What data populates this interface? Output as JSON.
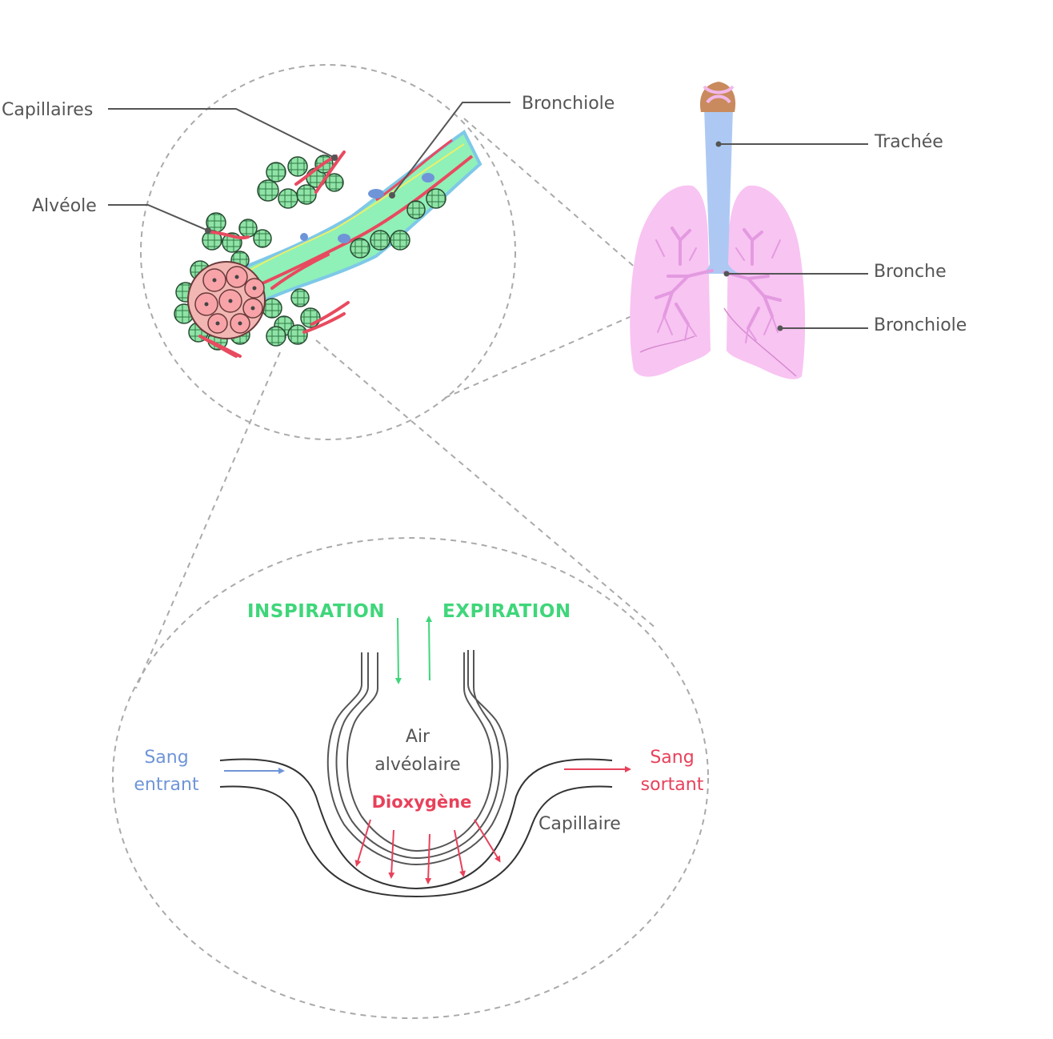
{
  "zoom_circle": {
    "labels": {
      "capillaires": "Capillaires",
      "alveole": "Alvéole",
      "bronchiole": "Bronchiole"
    }
  },
  "lungs": {
    "labels": {
      "trachee": "Trachée",
      "bronche": "Bronche",
      "bronchiole": "Bronchiole"
    }
  },
  "exchange": {
    "inspiration": "INSPIRATION",
    "expiration": "EXPIRATION",
    "air_line1": "Air",
    "air_line2": "alvéolaire",
    "dioxygene": "Dioxygène",
    "sang_entrant_1": "Sang",
    "sang_entrant_2": "entrant",
    "sang_sortant_1": "Sang",
    "sang_sortant_2": "sortant",
    "capillaire": "Capillaire"
  },
  "colors": {
    "green": "#3fd67a",
    "blue": "#6f95d8",
    "red": "#e8415a",
    "lung_pink": "#f8c4f2",
    "trachea_blue": "#adc9f3",
    "line_grey": "#555555"
  }
}
